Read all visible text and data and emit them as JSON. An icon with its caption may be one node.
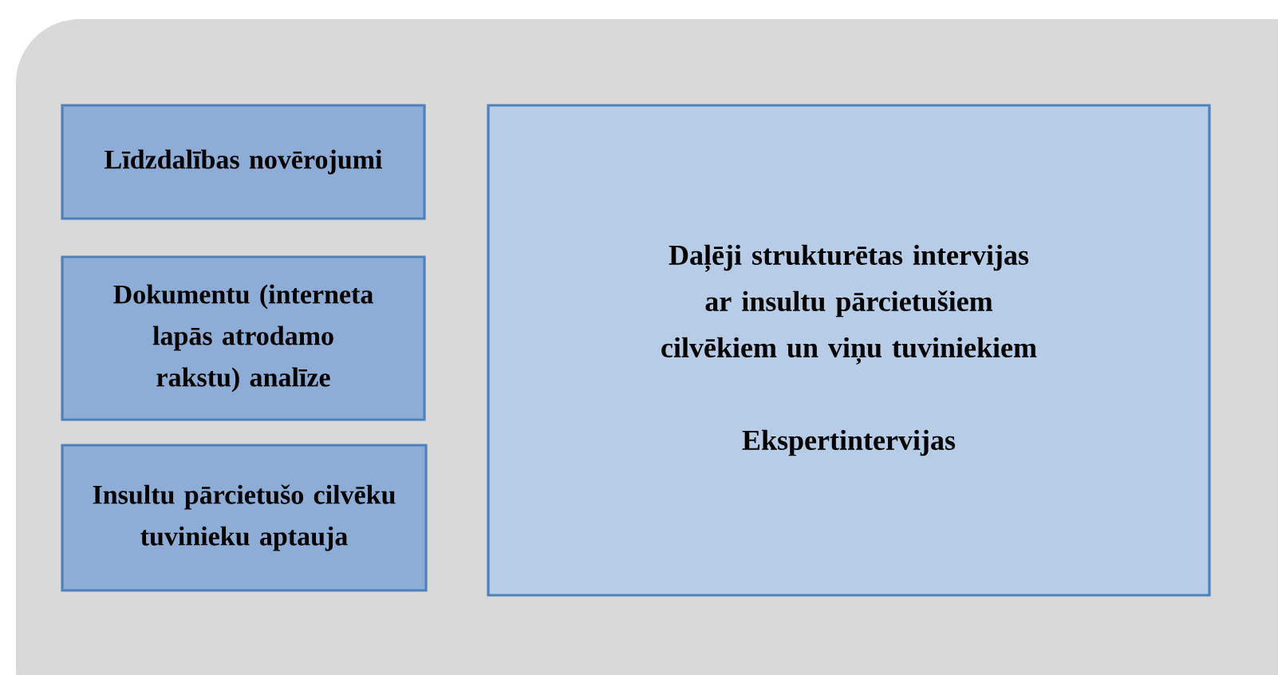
{
  "diagram": {
    "nodes": [
      {
        "text": [
          "Līdzdalības novērojumi"
        ]
      },
      {
        "text": [
          "Dokumentu (interneta lapās atrodamo rakstu) analīze"
        ]
      },
      {
        "text": [
          "Insultu pārcietušo cilvēku tuvinieku aptauja"
        ]
      },
      {
        "text": [
          "Daļēji strukturētas intervijas ar insultu pārcietušiem cilvēkiem un viņu tuviniekiem",
          "Ekspertintervijas"
        ]
      }
    ]
  }
}
